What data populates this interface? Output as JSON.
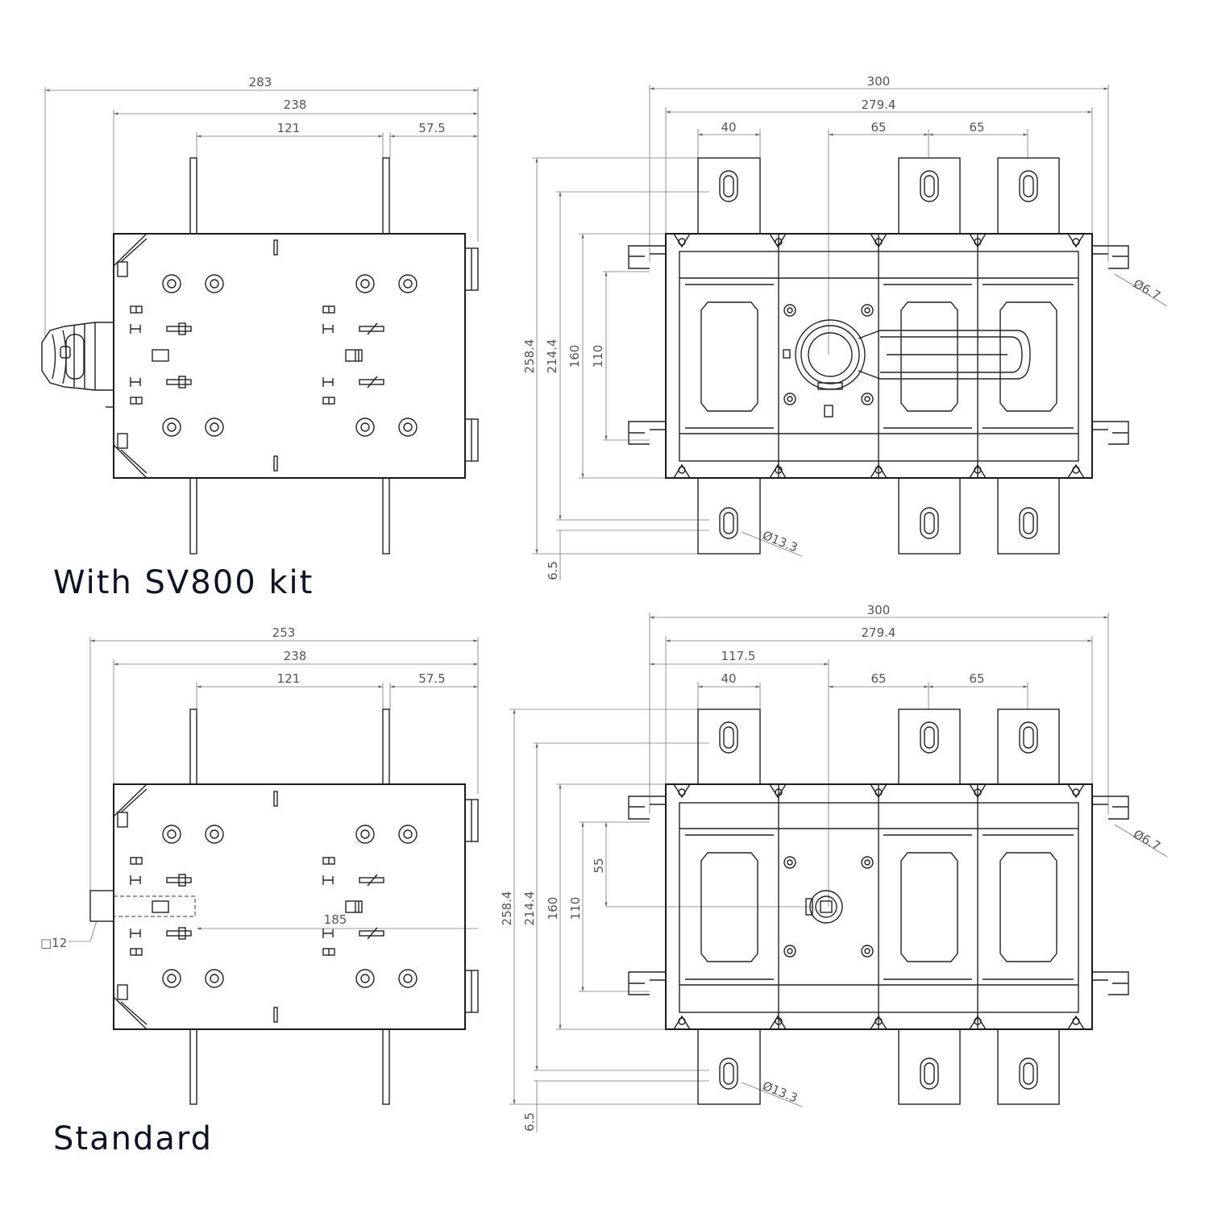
{
  "labels": {
    "top": "With SV800 kit",
    "bottom": "Standard"
  },
  "dims": {
    "tl_overall": "283",
    "tl_body": "238",
    "tl_center": "121",
    "tl_right": "57.5",
    "tr_overall": "300",
    "tr_body": "279.4",
    "tr_terminal": "40",
    "tr_pitch1": "65",
    "tr_pitch2": "65",
    "tr_h1": "258.4",
    "tr_h2": "214.4",
    "tr_h3": "160",
    "tr_h4": "110",
    "tr_offset": "6.5",
    "tr_hole_small": "Ø6.7",
    "tr_hole_large": "Ø13.3",
    "bl_overall": "253",
    "bl_body": "238",
    "bl_center": "121",
    "bl_right": "57.5",
    "bl_shaft": "185",
    "bl_square": "□12",
    "br_overall": "300",
    "br_body": "279.4",
    "br_left": "117.5",
    "br_terminal": "40",
    "br_pitch1": "65",
    "br_pitch2": "65",
    "br_h1": "258.4",
    "br_h2": "214.4",
    "br_h3": "160",
    "br_h4": "110",
    "br_h5": "55",
    "br_offset": "6.5",
    "br_hole_small": "Ø6.7",
    "br_hole_large": "Ø13.3"
  }
}
